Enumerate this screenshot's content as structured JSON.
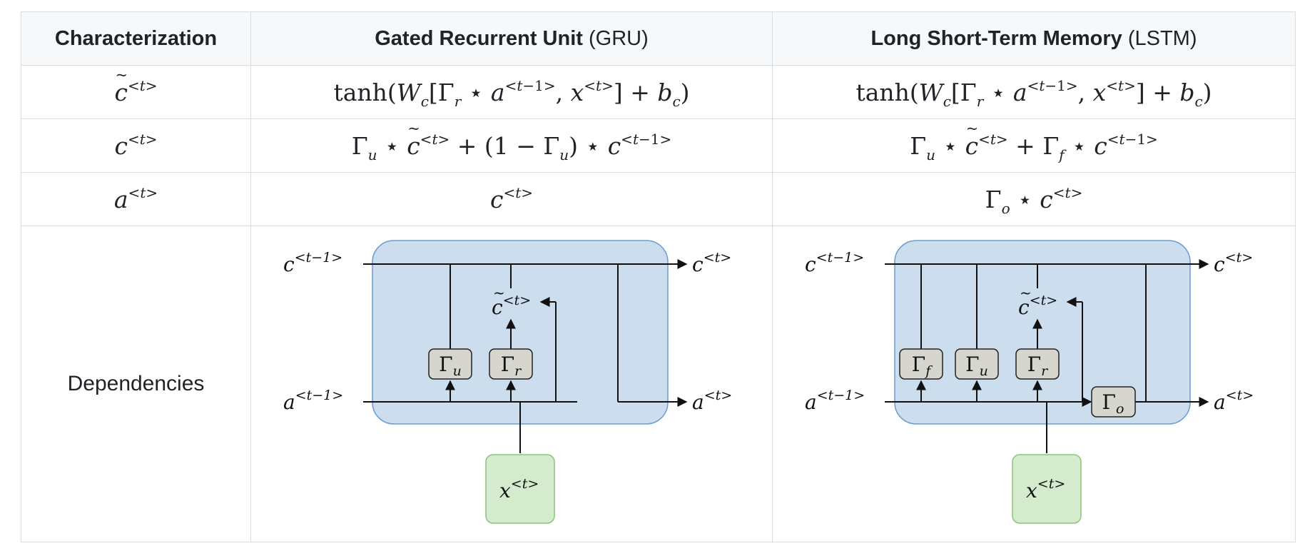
{
  "headers": {
    "col1": "Characterization",
    "gru_bold": "Gated Recurrent Unit",
    "gru_abbr": "(GRU)",
    "lstm_bold": "Long Short-Term Memory",
    "lstm_abbr": "(LSTM)"
  },
  "rows": {
    "candidate_label": "c̃<t>",
    "cell_label": "c<t>",
    "activation_label": "a<t>",
    "dependencies_label": "Dependencies"
  },
  "colors": {
    "header_bg": "#f6f8fa",
    "border": "#d8dee4",
    "cell_box_fill": "#ccdded",
    "cell_box_stroke": "#6b9bd1",
    "gate_fill": "#d6d6cf",
    "input_fill": "#d5ebcd",
    "input_stroke": "#8cc47b"
  },
  "gru_diagram": {
    "c_prev": "c<t−1>",
    "c_next": "c<t>",
    "a_prev": "a<t−1>",
    "a_next": "a<t>",
    "c_tilde": "c̃<t>",
    "x_in": "x<t>",
    "gates": [
      "Γu",
      "Γr"
    ]
  },
  "lstm_diagram": {
    "c_prev": "c<t−1>",
    "c_next": "c<t>",
    "a_prev": "a<t−1>",
    "a_next": "a<t>",
    "c_tilde": "c̃<t>",
    "x_in": "x<t>",
    "gates": [
      "Γf",
      "Γu",
      "Γr",
      "Γo"
    ]
  }
}
